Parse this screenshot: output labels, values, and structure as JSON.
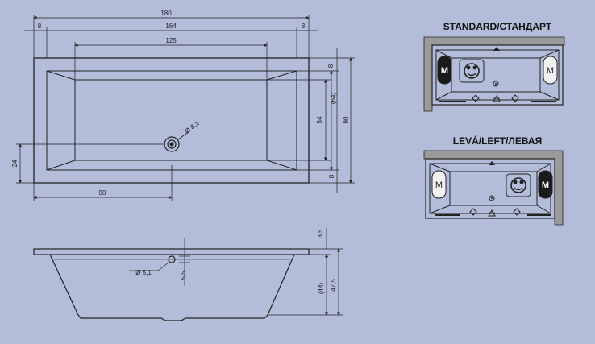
{
  "colors": {
    "background": "#b3bcd9",
    "line": "#222222",
    "wall": "#9a9a9a",
    "badge_dark": "#1a1a1a",
    "badge_light": "#f2f2f2"
  },
  "top_view": {
    "dims": {
      "overall_length": "180",
      "rim_left": "8",
      "inner_length": "164",
      "rim_right": "8",
      "bottom_length": "125",
      "rim_top": "8",
      "inner_width": "(64)",
      "bottom_width": "54",
      "overall_width": "90",
      "rim_bottom": "8",
      "drain_offset_y": "24",
      "drain_offset_x": "90",
      "drain_diameter": "Ø 8,1"
    }
  },
  "side_view": {
    "dims": {
      "rim_thickness": "3,5",
      "overflow_diameter": "Ø 5,1",
      "overflow_depth": "5,5",
      "inner_depth": "(44)",
      "overall_height": "47,5"
    }
  },
  "variants": {
    "standard": {
      "title": "STANDARD/СТАНДАРТ",
      "motor_label": "M"
    },
    "left": {
      "title": "LEVÁ/LEFT/ЛЕВАЯ",
      "motor_label": "M"
    }
  },
  "icons": {
    "motor": "motor-badge-icon",
    "control": "control-panel-icon",
    "sensor": "sensor-circle-icon",
    "arrow": "arrow-up-icon",
    "diamond": "diamond-icon"
  }
}
